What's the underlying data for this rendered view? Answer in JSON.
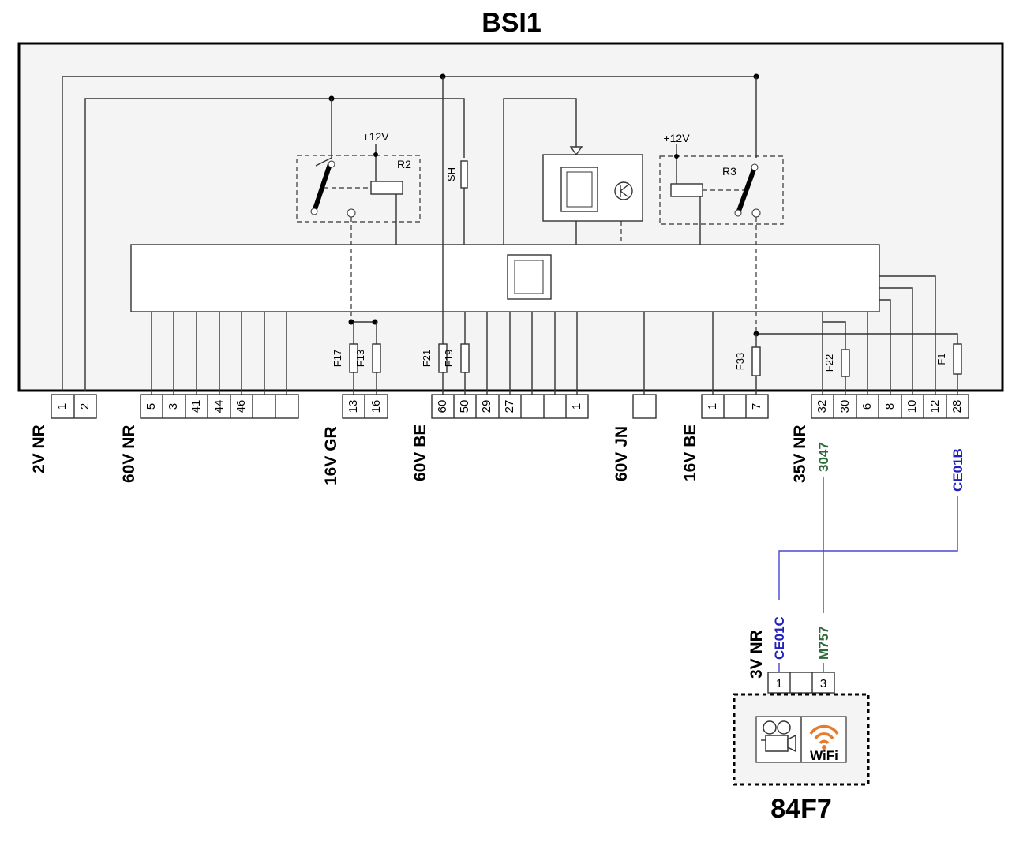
{
  "module_title": "BSI1",
  "device_title": "84F7",
  "relays": [
    {
      "label": "R2",
      "supply": "+12V"
    },
    {
      "label": "R3",
      "supply": "+12V"
    }
  ],
  "shunt": "SH",
  "fuses": [
    "F17",
    "F13",
    "F21",
    "F19",
    "F33",
    "F22",
    "F1"
  ],
  "connector_groups": [
    {
      "label": "2V NR",
      "pins": [
        "1",
        "2"
      ]
    },
    {
      "label": "60V NR",
      "pins": [
        "5",
        "3",
        "41",
        "44",
        "46",
        "",
        ""
      ]
    },
    {
      "label": "16V GR",
      "pins": [
        "13",
        "16"
      ]
    },
    {
      "label": "60V BE",
      "pins": [
        "60",
        "50",
        "29",
        "27",
        "",
        "",
        "1"
      ]
    },
    {
      "label": "60V JN",
      "pins": [
        ""
      ]
    },
    {
      "label": "16V BE",
      "pins": [
        "1",
        "",
        "7"
      ]
    },
    {
      "label": "35V NR",
      "pins": [
        "32",
        "30",
        "6",
        "8",
        "10",
        "12",
        "28"
      ]
    }
  ],
  "device_connector": {
    "label": "3V NR",
    "pins": [
      "1",
      "",
      "3"
    ]
  },
  "wires": [
    {
      "code": "3047",
      "color": "#2e6b3a"
    },
    {
      "code": "CE01B",
      "color": "#2020c0"
    },
    {
      "code": "CE01C",
      "color": "#2020c0"
    },
    {
      "code": "M757",
      "color": "#2e6b3a"
    }
  ],
  "wifi_text": "WiFi",
  "colors": {
    "frame": "#000000",
    "panel": "#f4f4f4",
    "wire_green": "#2e6b3a",
    "wire_blue": "#2020c0",
    "wifi": "#e87a2a"
  }
}
